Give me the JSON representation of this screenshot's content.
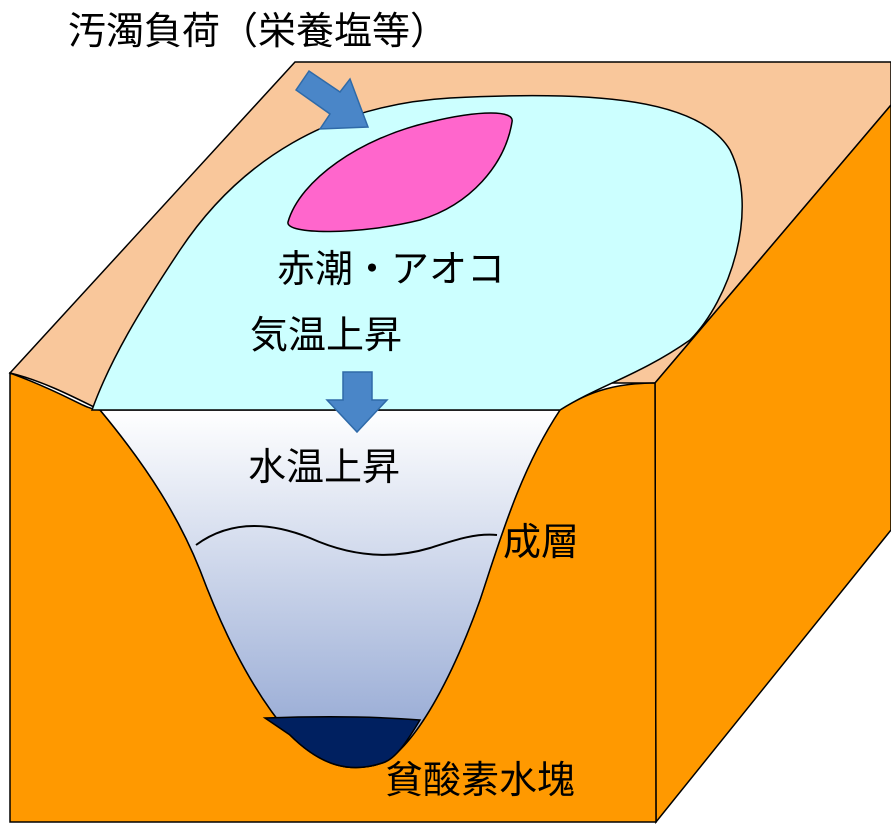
{
  "labels": {
    "pollution_load": "汚濁負荷（栄養塩等）",
    "red_tide": "赤潮・アオコ",
    "air_temp_rise": "気温上昇",
    "water_temp_rise": "水温上昇",
    "stratification": "成層",
    "hypoxic_water": "貧酸素水塊"
  },
  "colors": {
    "land_top": "#F9C79B",
    "land_front": "#FF9900",
    "land_side": "#FF9900",
    "water_surface": "#CCFFFF",
    "algae_bloom": "#FF66CC",
    "water_top": "#FFFFFF",
    "water_bottom": "#8EA3D1",
    "hypoxic": "#002060",
    "arrow": "#4A86C8",
    "outline": "#000000"
  }
}
